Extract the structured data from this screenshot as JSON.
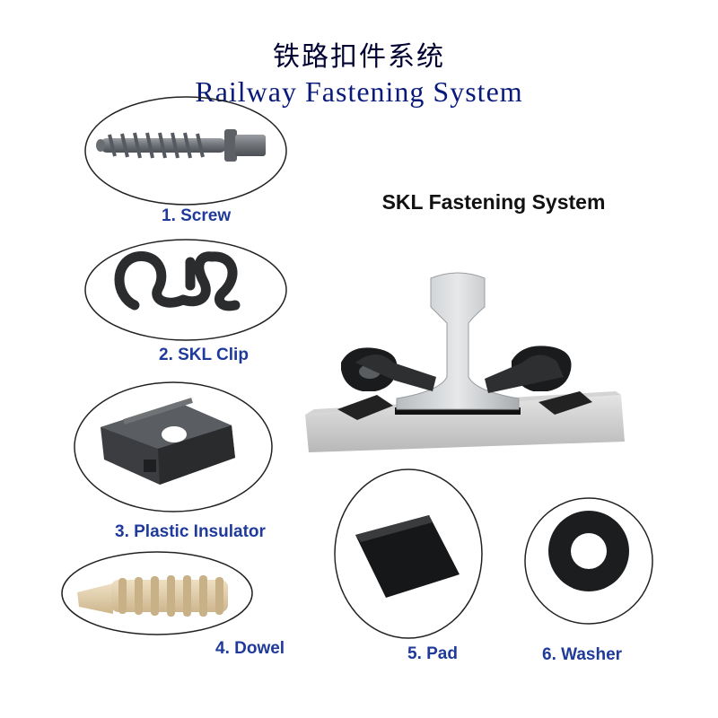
{
  "header": {
    "title_cn": "铁路扣件系统",
    "title_en": "Railway Fastening System"
  },
  "assembly": {
    "title": "SKL Fastening System"
  },
  "components": [
    {
      "label": "1.  Screw",
      "icon": "screw-icon"
    },
    {
      "label": "2. SKL Clip",
      "icon": "skl-clip-icon"
    },
    {
      "label": "3. Plastic Insulator",
      "icon": "plastic-insulator-icon"
    },
    {
      "label": "4. Dowel",
      "icon": "dowel-icon"
    },
    {
      "label": "5. Pad",
      "icon": "pad-icon"
    },
    {
      "label": "6. Washer",
      "icon": "washer-icon"
    }
  ],
  "colors": {
    "label_blue": "#1f3a9a",
    "title_navy": "#0a1a7a",
    "steel": "#6f7378",
    "rubber": "#1a1a1a",
    "dowel": "#e2cfae"
  }
}
